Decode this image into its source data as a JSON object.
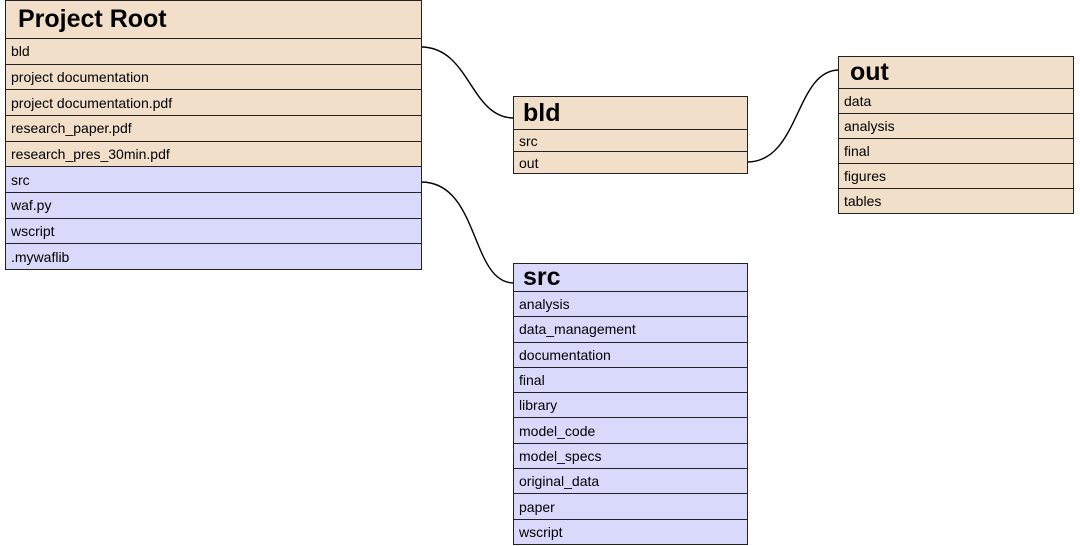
{
  "colors": {
    "build_row": "#f1dfca",
    "source_row": "#d9d9fb",
    "border": "#222222",
    "connector": "#000000"
  },
  "project_root": {
    "title": "Project Root",
    "rows": [
      {
        "label": "bld",
        "kind": "build"
      },
      {
        "label": "project documentation",
        "kind": "build"
      },
      {
        "label": "project documentation.pdf",
        "kind": "build"
      },
      {
        "label": "research_paper.pdf",
        "kind": "build"
      },
      {
        "label": "research_pres_30min.pdf",
        "kind": "build"
      },
      {
        "label": "src",
        "kind": "source"
      },
      {
        "label": "waf.py",
        "kind": "source"
      },
      {
        "label": "wscript",
        "kind": "source"
      },
      {
        "label": ".mywaflib",
        "kind": "source"
      }
    ]
  },
  "bld": {
    "title": "bld",
    "rows": [
      {
        "label": "src",
        "kind": "build"
      },
      {
        "label": "out",
        "kind": "build"
      }
    ]
  },
  "out": {
    "title": "out",
    "rows": [
      {
        "label": "data",
        "kind": "build"
      },
      {
        "label": "analysis",
        "kind": "build"
      },
      {
        "label": "final",
        "kind": "build"
      },
      {
        "label": "figures",
        "kind": "build"
      },
      {
        "label": "tables",
        "kind": "build"
      }
    ]
  },
  "src": {
    "title": "src",
    "rows": [
      {
        "label": "analysis",
        "kind": "source"
      },
      {
        "label": "data_management",
        "kind": "source"
      },
      {
        "label": "documentation",
        "kind": "source"
      },
      {
        "label": "final",
        "kind": "source"
      },
      {
        "label": "library",
        "kind": "source"
      },
      {
        "label": "model_code",
        "kind": "source"
      },
      {
        "label": "model_specs",
        "kind": "source"
      },
      {
        "label": "original_data",
        "kind": "source"
      },
      {
        "label": "paper",
        "kind": "source"
      },
      {
        "label": "wscript",
        "kind": "source"
      }
    ]
  },
  "connections": [
    {
      "from": "project_root.bld",
      "to": "bld"
    },
    {
      "from": "project_root.src",
      "to": "src"
    },
    {
      "from": "bld.out",
      "to": "out"
    }
  ]
}
